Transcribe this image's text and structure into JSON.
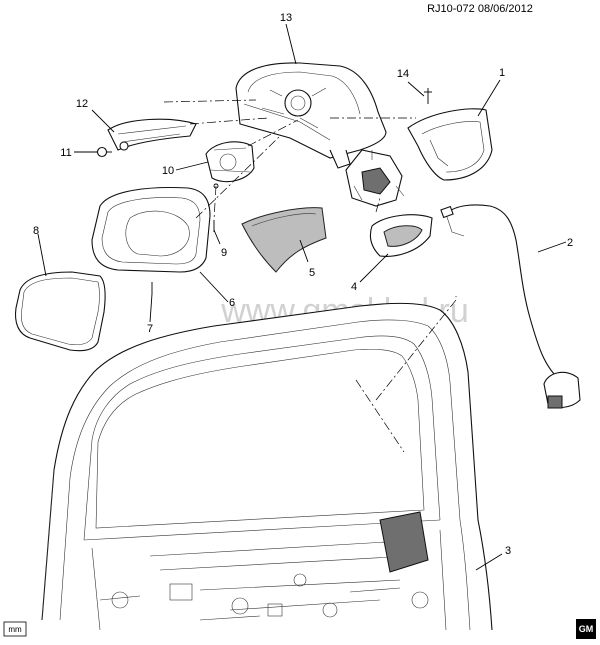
{
  "header": {
    "code": "RJ10-072 08/06/2012"
  },
  "watermark": "www.gmsklad.ru",
  "corner_left": {
    "label": "mm"
  },
  "corner_right": {
    "label": "GM"
  },
  "callouts": [
    {
      "id": "13",
      "label": "13"
    },
    {
      "id": "14",
      "label": "14"
    },
    {
      "id": "1",
      "label": "1"
    },
    {
      "id": "12",
      "label": "12"
    },
    {
      "id": "11",
      "label": "11"
    },
    {
      "id": "10",
      "label": "10"
    },
    {
      "id": "9",
      "label": "9"
    },
    {
      "id": "5",
      "label": "5"
    },
    {
      "id": "4",
      "label": "4"
    },
    {
      "id": "2",
      "label": "2"
    },
    {
      "id": "8",
      "label": "8"
    },
    {
      "id": "6",
      "label": "6"
    },
    {
      "id": "7",
      "label": "7"
    },
    {
      "id": "3",
      "label": "3"
    }
  ]
}
